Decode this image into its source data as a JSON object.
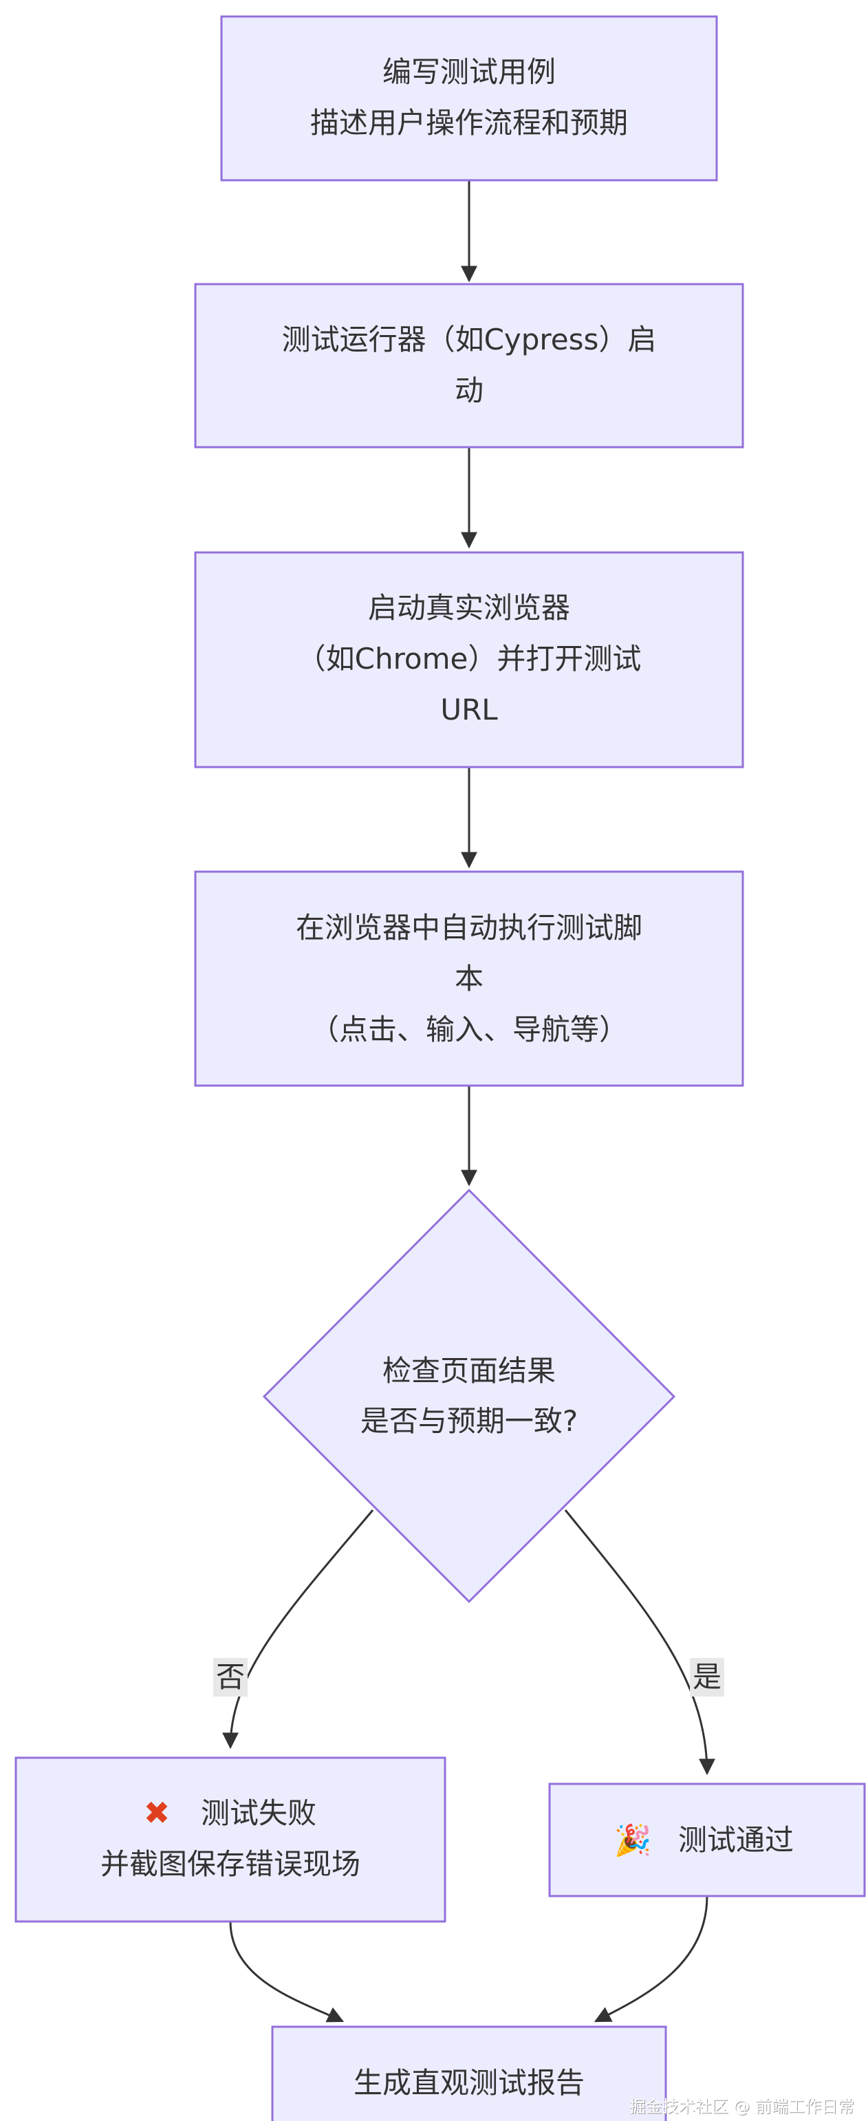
{
  "nodes": {
    "write_tests": {
      "lines": [
        "编写测试用例",
        "描述用户操作流程和预期"
      ]
    },
    "runner_start": {
      "lines": [
        "测试运行器（如Cypress）启",
        "动"
      ]
    },
    "launch_browser": {
      "lines": [
        "启动真实浏览器",
        "（如Chrome）并打开测试",
        "URL"
      ]
    },
    "execute_script": {
      "lines": [
        "在浏览器中自动执行测试脚",
        "本",
        "（点击、输入、导航等）"
      ]
    },
    "check_result": {
      "lines": [
        "检查页面结果",
        "是否与预期一致?"
      ]
    },
    "test_fail": {
      "icon": "cross-mark-icon",
      "icon_glyph": "✖",
      "icon_color": "#e0401f",
      "lines": [
        "测试失败",
        "并截图保存错误现场"
      ]
    },
    "test_pass": {
      "icon": "party-popper-icon",
      "icon_glyph": "🎉",
      "lines": [
        "测试通过"
      ]
    },
    "report": {
      "lines": [
        "生成直观测试报告"
      ]
    }
  },
  "edges": {
    "no_label": "否",
    "yes_label": "是"
  },
  "colors": {
    "node_fill": "#ececff",
    "node_stroke": "#9370db",
    "edge": "#333333",
    "edge_label_bg": "#e8e8e8",
    "text": "#333333"
  },
  "watermark": "掘金技术社区 @ 前端工作日常"
}
